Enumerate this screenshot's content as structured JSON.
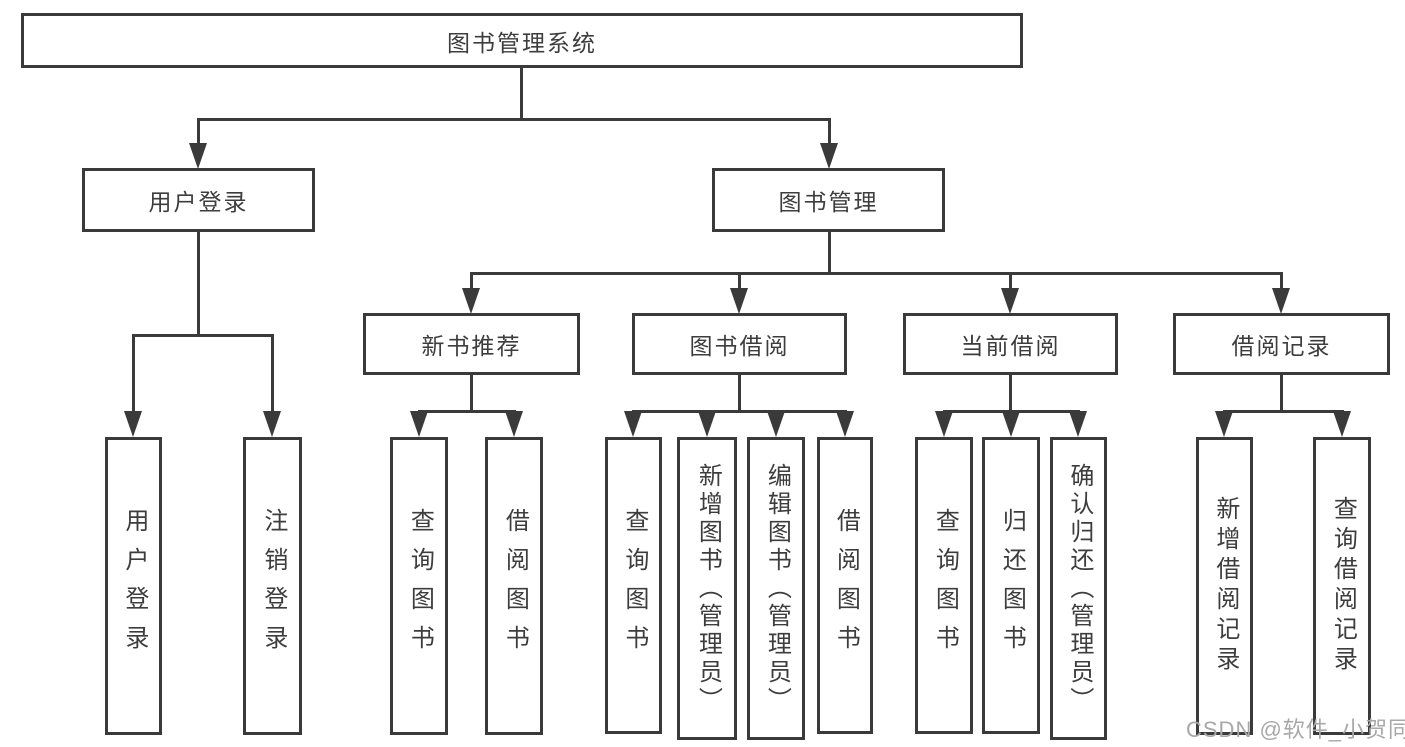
{
  "diagram": {
    "root_label": "图书管理系统",
    "branches": [
      {
        "label": "用户登录",
        "children": [
          "用户登录",
          "注销登录"
        ]
      },
      {
        "label": "图书管理",
        "sections": [
          {
            "label": "新书推荐",
            "children": [
              "查询图书",
              "借阅图书"
            ]
          },
          {
            "label": "图书借阅",
            "children": [
              "查询图书",
              "新增图书（管理员）",
              "编辑图书（管理员）",
              "借阅图书"
            ]
          },
          {
            "label": "当前借阅",
            "children": [
              "查询图书",
              "归还图书",
              "确认归还（管理员）"
            ]
          },
          {
            "label": "借阅记录",
            "children": [
              "新增借阅记录",
              "查询借阅记录"
            ]
          }
        ]
      }
    ]
  },
  "watermark": {
    "text": "CSDN @软件_小贺同学"
  },
  "colors": {
    "line": "#3a3a3a",
    "text": "#3d3d3d",
    "watermark": "#a8a8a8",
    "background": "#ffffff"
  }
}
